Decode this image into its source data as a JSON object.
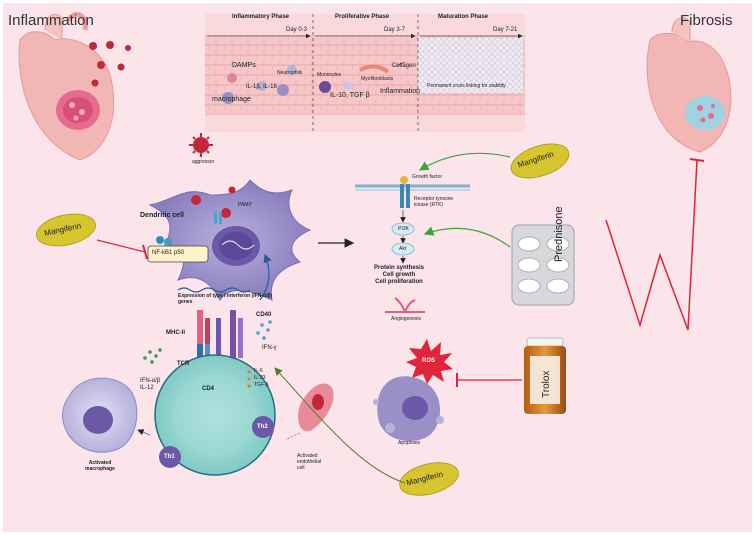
{
  "titles": {
    "left": "Inflammation",
    "right": "Fibrosis"
  },
  "phases": [
    {
      "name": "Inflammatory Phase",
      "days": "Day 0-3"
    },
    {
      "name": "Proliferative Phase",
      "days": "Day 3-7"
    },
    {
      "name": "Maturation Phase",
      "days": "Day 7-21"
    }
  ],
  "phase_labels": {
    "damps": "DAMPs",
    "neutrophils": "Neutrophils",
    "il1b_il18": "IL-1β, IL-18",
    "macrophage": "macrophage",
    "monocytes": "Monocytes",
    "myofibroblasts": "Myofibroblasts",
    "collagen": "Collagen",
    "il10_tgfb": "IL-10, TGF β",
    "inflammation": "Inflammation",
    "crosslinking": "Permanent cross linking for stability"
  },
  "labels": {
    "aggressor": "aggressor",
    "pamp": "PAMP",
    "dendritic_cell": "Dendritic cell",
    "nfkb": "NF-kB1 p50",
    "type1_ifn": "Expression of type I interferon (IFN-α/β) genes",
    "mhc2": "MHC-II",
    "cd40": "CD40",
    "ifn_gamma": "IFN-γ",
    "tcr": "TCR",
    "cd4": "CD4",
    "ifn_ab_il12": "IFN-α/β\nIL-12",
    "cytokines": "IL-6\nIL-23\nTGF-β",
    "th1": "Th1",
    "th2": "Th2",
    "activated_macrophage": "Activated macrophage",
    "activated_endothelial": "Activated endothelial cell",
    "growth_factor": "Growth factor",
    "rtk": "Receptor tyrosine kinase (RTK)",
    "pi3k": "PI3K",
    "akt": "Akt",
    "protein_synthesis": "Protein synthesis\nCell growth\nCell proliferation",
    "angiogenesis": "Angiogenesis",
    "ros": "ROS",
    "apoptosis": "Apoptosis"
  },
  "drugs": {
    "mangiferin": "Mangiferin",
    "prednisone": "Prednisone",
    "trolox": "Trolox"
  },
  "colors": {
    "background": "#fbe4ea",
    "inhibit_red": "#e0243a",
    "activate_green": "#3aa63a",
    "mangiferin_fruit": "#d6c52e",
    "cell_purple": "#9a8fc7",
    "tcell_teal": "#8ad4cf",
    "virus_red": "#c0283a"
  }
}
